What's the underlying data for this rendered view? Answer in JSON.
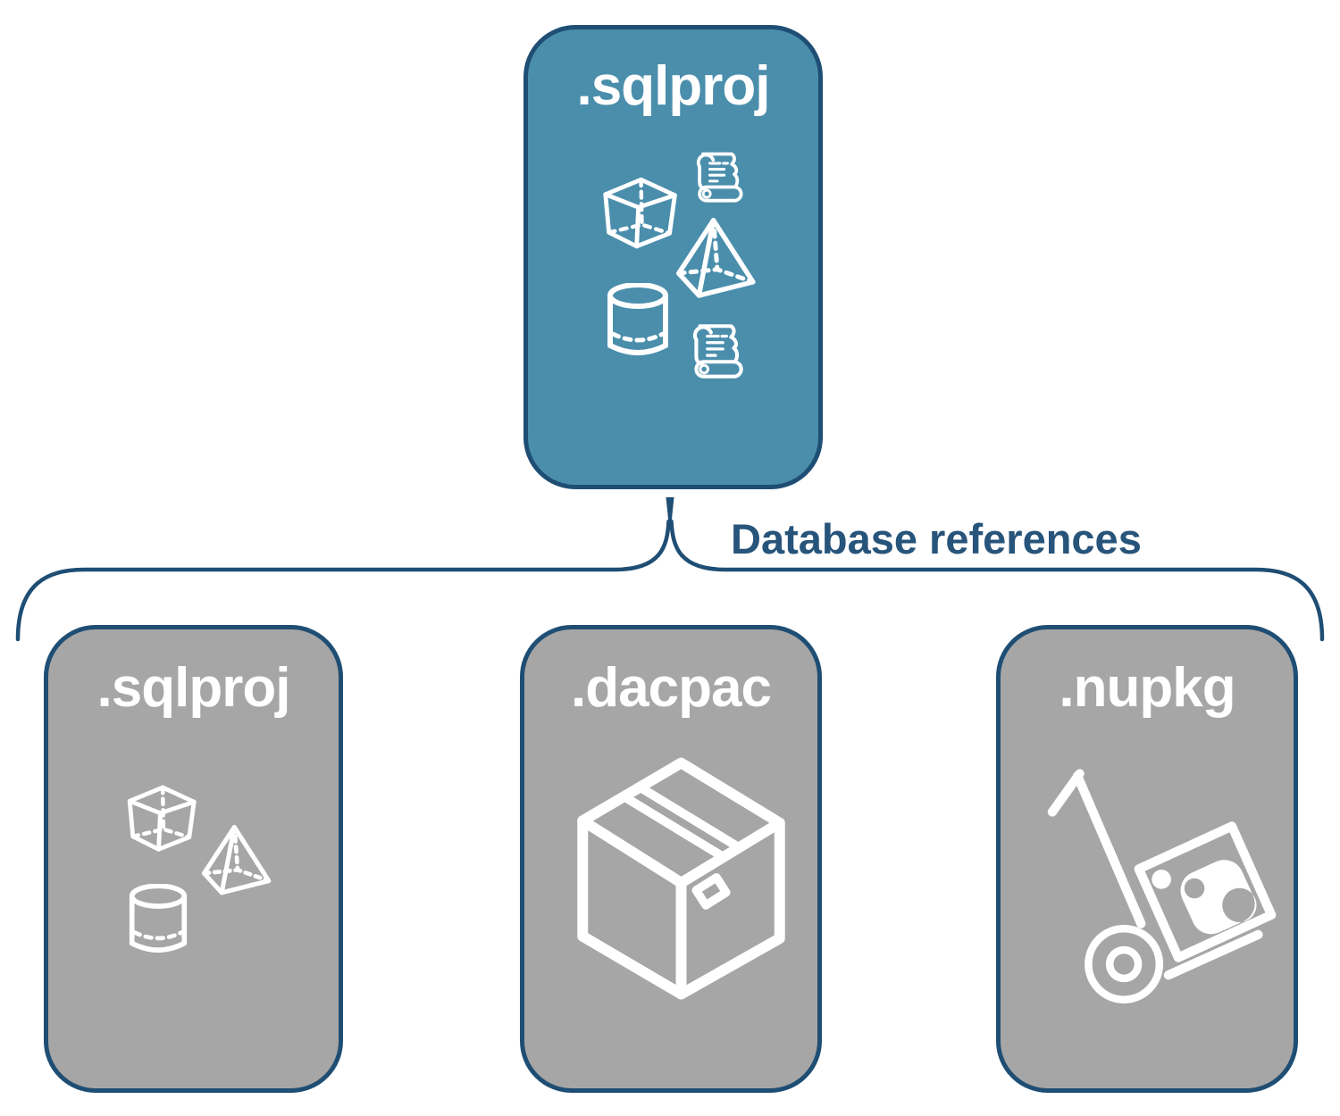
{
  "connector": {
    "label": "Database references"
  },
  "nodes": [
    {
      "id": "sqlproj-main",
      "label": ".sqlproj",
      "variant": "accent",
      "icons": [
        "cube-icon",
        "scroll-icon",
        "pyramid-icon",
        "cylinder-icon",
        "scroll-icon"
      ]
    },
    {
      "id": "sqlproj-reference",
      "label": ".sqlproj",
      "variant": "gray",
      "icons": [
        "cube-icon",
        "pyramid-icon",
        "cylinder-icon"
      ]
    },
    {
      "id": "dacpac-reference",
      "label": ".dacpac",
      "variant": "gray",
      "icons": [
        "package-box-icon"
      ]
    },
    {
      "id": "nupkg-reference",
      "label": ".nupkg",
      "variant": "gray",
      "icons": [
        "hand-truck-icon"
      ]
    }
  ],
  "colors": {
    "background": "#FFFFFF",
    "accent_teal": "#4A8EAC",
    "node_gray": "#A6A6A6",
    "outline_navy": "#1F4E74",
    "label_blue": "#27547A",
    "icon_white": "#FFFFFF"
  }
}
